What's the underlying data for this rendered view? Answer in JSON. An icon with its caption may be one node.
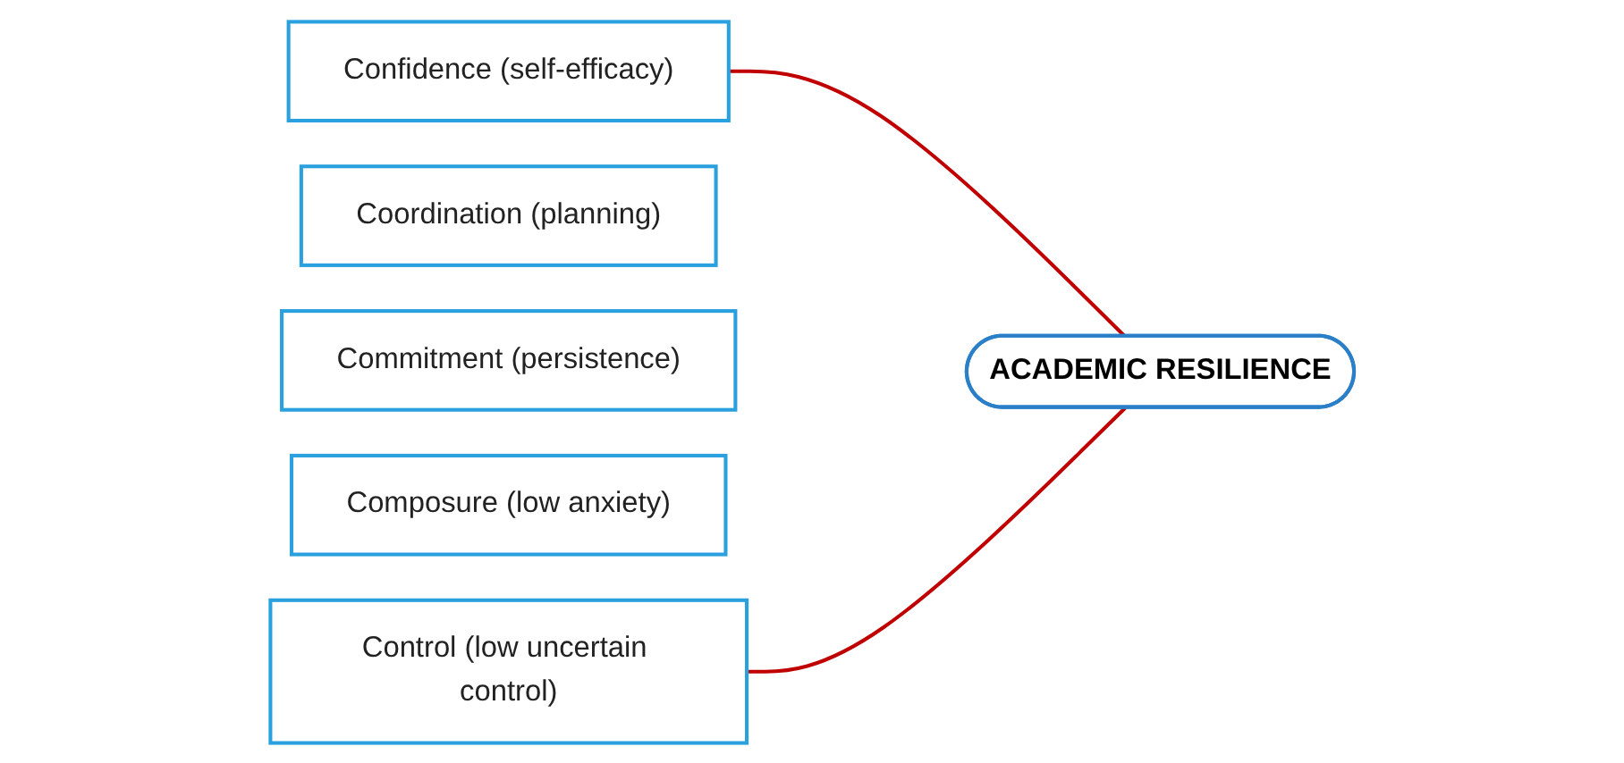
{
  "diagram": {
    "nodes": [
      {
        "text": [
          "Confidence (self-efficacy)"
        ]
      },
      {
        "text": [
          "Coordination (planning)"
        ]
      },
      {
        "text": [
          "Commitment (persistence)"
        ]
      },
      {
        "text": [
          "Composure (low anxiety)"
        ]
      },
      {
        "text": [
          "Control (low uncertain control)"
        ]
      },
      {
        "text": [
          "ACADEMIC RESILIENCE"
        ]
      }
    ],
    "edges": [
      {
        "from": 0,
        "to": 5,
        "arrow": "none"
      },
      {
        "from": 4,
        "to": 5,
        "arrow": "none"
      }
    ]
  }
}
